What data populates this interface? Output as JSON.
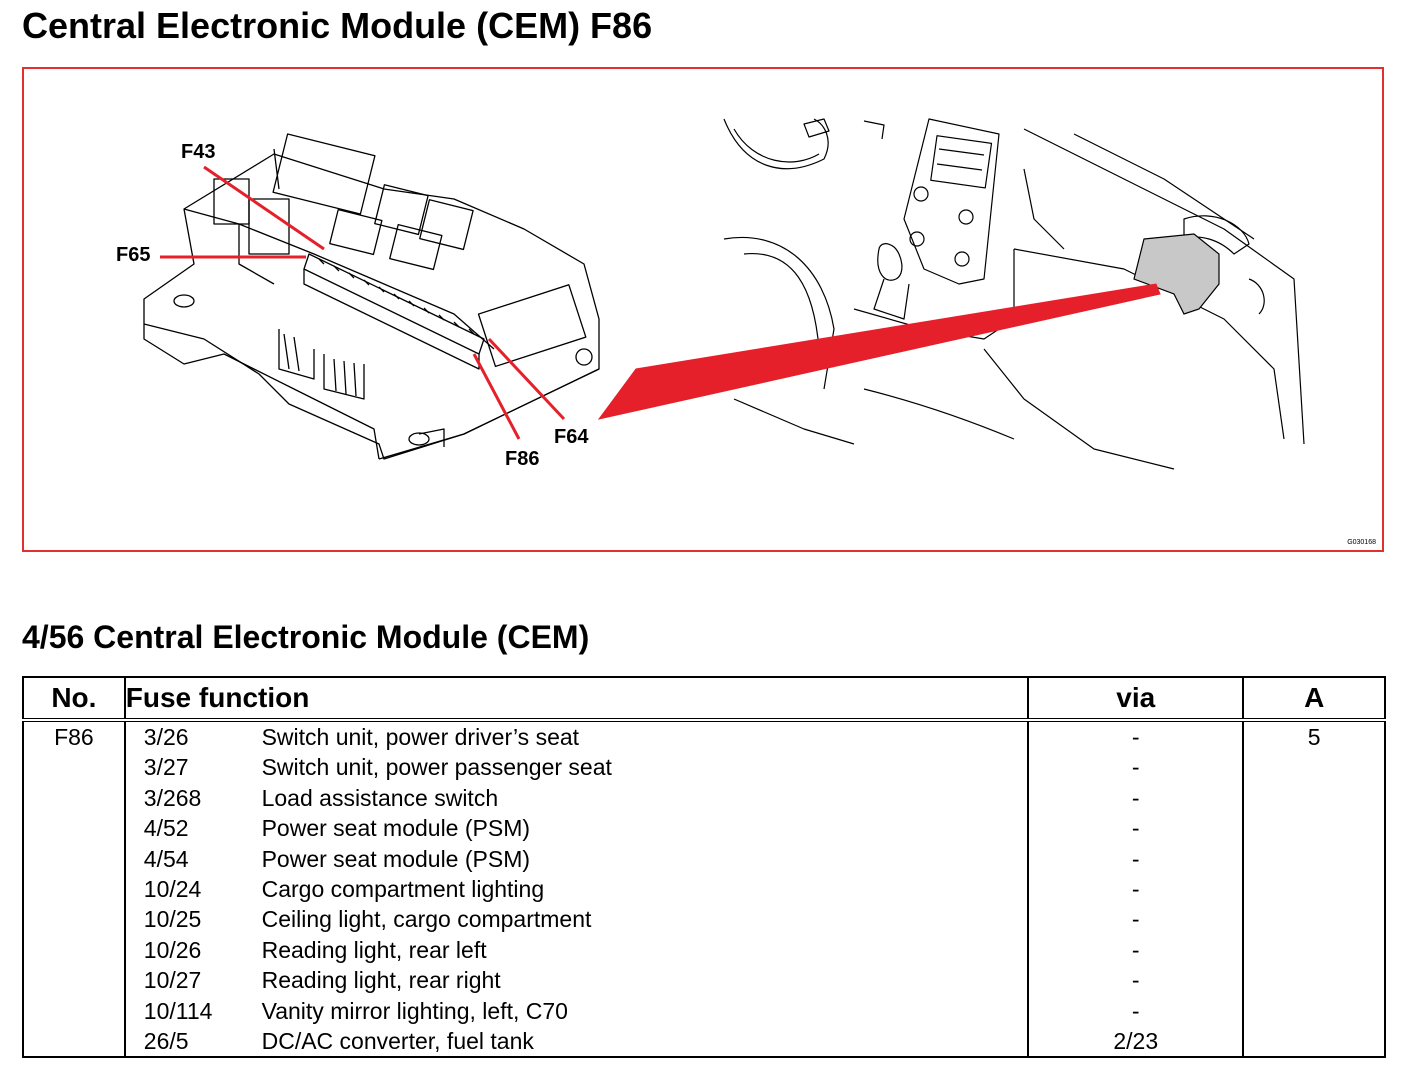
{
  "page_title": "Central Electronic Module (CEM) F86",
  "figure": {
    "callouts": {
      "f43": "F43",
      "f65": "F65",
      "f64": "F64",
      "f86": "F86"
    },
    "code": "G030168",
    "colors": {
      "frame": "#e03030",
      "pointer": "#e5202a",
      "component": "#c8c8c8"
    }
  },
  "section_title": "4/56 Central Electronic Module (CEM)",
  "table": {
    "headers": {
      "no": "No.",
      "function": "Fuse function",
      "via": "via",
      "amp": "A"
    },
    "fuse": {
      "no": "F86",
      "amp": "5"
    },
    "rows": [
      {
        "code": "3/26",
        "desc": "Switch unit, power driver’s seat",
        "via": "-"
      },
      {
        "code": "3/27",
        "desc": "Switch unit, power passenger seat",
        "via": "-"
      },
      {
        "code": "3/268",
        "desc": "Load assistance switch",
        "via": "-"
      },
      {
        "code": "4/52",
        "desc": "Power seat module (PSM)",
        "via": "-"
      },
      {
        "code": "4/54",
        "desc": "Power seat module (PSM)",
        "via": "-"
      },
      {
        "code": "10/24",
        "desc": "Cargo compartment lighting",
        "via": "-"
      },
      {
        "code": "10/25",
        "desc": "Ceiling light, cargo compartment",
        "via": "-"
      },
      {
        "code": "10/26",
        "desc": "Reading light, rear left",
        "via": "-"
      },
      {
        "code": "10/27",
        "desc": "Reading light, rear right",
        "via": "-"
      },
      {
        "code": "10/114",
        "desc": "Vanity mirror lighting, left, C70",
        "via": "-"
      },
      {
        "code": "26/5",
        "desc": "DC/AC converter, fuel tank",
        "via": "2/23"
      }
    ]
  }
}
